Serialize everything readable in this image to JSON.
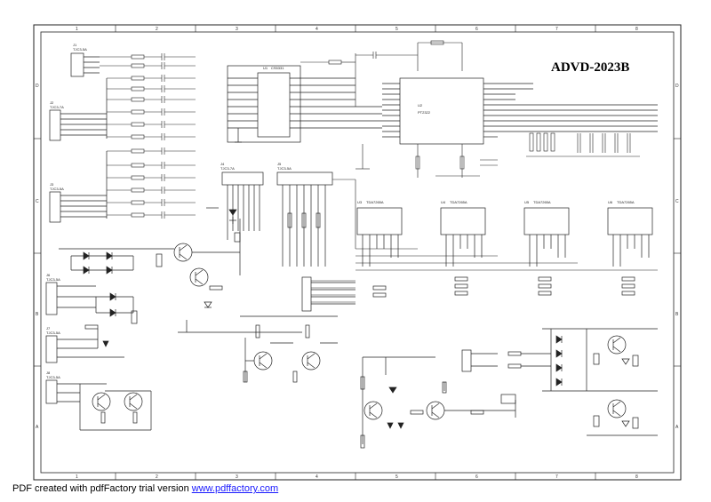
{
  "title": "ADVD-2023B",
  "grid": {
    "columns": [
      "1",
      "2",
      "3",
      "4",
      "5",
      "6",
      "7",
      "8"
    ],
    "rows": [
      "D",
      "C",
      "B",
      "A"
    ]
  },
  "connectors": [
    {
      "ref": "J1",
      "type": "TJC3-5A"
    },
    {
      "ref": "J2",
      "type": "TJC3-7A"
    },
    {
      "ref": "J3",
      "type": "TJC3-5A"
    },
    {
      "ref": "J4",
      "type": "TJC3-7A"
    },
    {
      "ref": "J5",
      "type": "TJC3-5A"
    },
    {
      "ref": "J6",
      "type": "TJC3-5A"
    },
    {
      "ref": "J7",
      "type": "TJC3-5A"
    },
    {
      "ref": "J8",
      "type": "TJC3-5A"
    }
  ],
  "ics": [
    {
      "ref": "U1",
      "part": "CS5331"
    },
    {
      "ref": "U2",
      "part": "PT2322"
    },
    {
      "ref": "U3",
      "part": "TDA7265A"
    },
    {
      "ref": "U4",
      "part": "TDA7265A"
    },
    {
      "ref": "U5",
      "part": "TDA7265A"
    },
    {
      "ref": "U6",
      "part": "TDA7265A"
    }
  ],
  "footer": {
    "prefix": "PDF created with pdfFactory trial version ",
    "link": "www.pdffactory.com"
  }
}
